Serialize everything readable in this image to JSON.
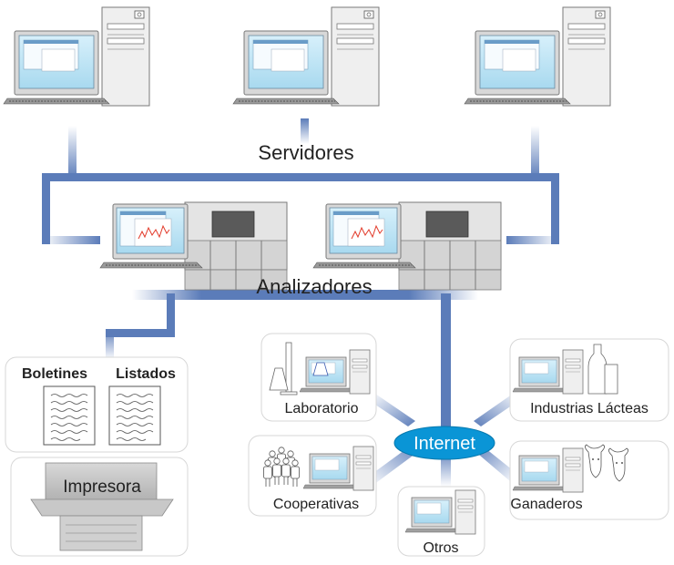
{
  "labels": {
    "servidores": "Servidores",
    "analizadores": "Analizadores",
    "boletines": "Boletines",
    "listados": "Listados",
    "impresora": "Impresora",
    "laboratorio": "Laboratorio",
    "cooperativas": "Cooperativas",
    "otros": "Otros",
    "internet": "Internet",
    "industrias": "Industrias Lácteas",
    "ganaderos": "Ganaderos"
  },
  "colors": {
    "network_line": "#5b7cb9",
    "internet_fill": "#0a95d6",
    "screen": "#bde4f5",
    "tower": "#eeeeee",
    "chart_line": "#e23a2a"
  }
}
